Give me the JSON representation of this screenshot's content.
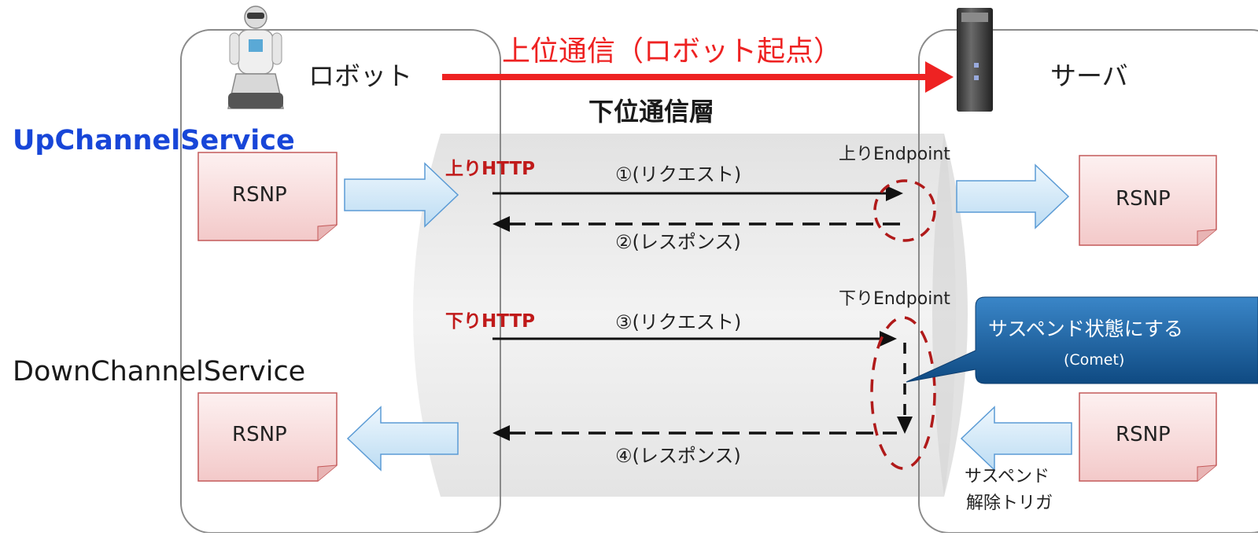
{
  "diagram": {
    "upper_comm_label": "上位通信（ロボット起点）",
    "robot_label": "ロボット",
    "server_label": "サーバ",
    "lower_layer_label": "下位通信層",
    "up_channel_service": "UpChannelService",
    "down_channel_service": "DownChannelService",
    "up_http": "上りHTTP",
    "down_http": "下りHTTP",
    "up_endpoint": "上りEndpoint",
    "down_endpoint": "下りEndpoint",
    "messages": [
      "①(リクエスト)",
      "②(レスポンス)",
      "③(リクエスト)",
      "④(レスポンス)"
    ],
    "rsnp": [
      "RSNP",
      "RSNP",
      "RSNP",
      "RSNP"
    ],
    "callout_line1": "サスペンド状態にする",
    "callout_line2": "(Comet)",
    "suspend_release_line1": "サスペンド",
    "suspend_release_line2": "解除トリガ"
  },
  "colors": {
    "arrow_red": "#ee2222",
    "label_red": "#c01a1a",
    "service_blue": "#1846d8",
    "callout_blue": "#1d5f9e",
    "dashed_ellipse": "#b01a1a",
    "rsnp_fill": "#f8d6d6",
    "block_arrow_fill": "#cfe6f8"
  }
}
